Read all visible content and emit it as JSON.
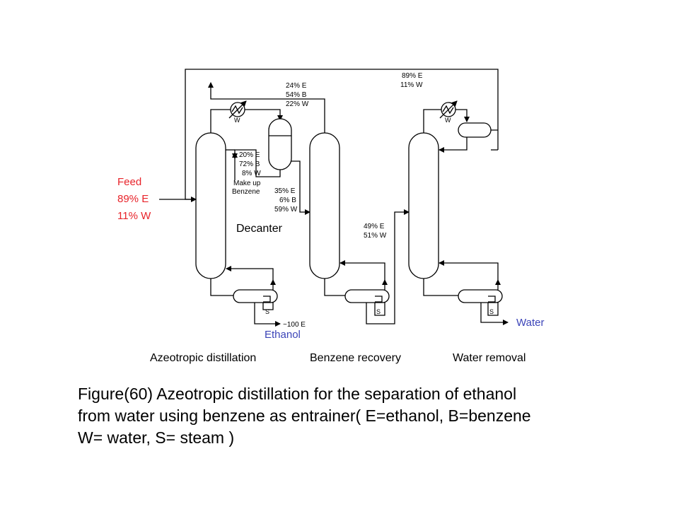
{
  "colors": {
    "feed": "#e8232a",
    "product": "#3b44b8",
    "line": "#000000"
  },
  "feed": {
    "title": "Feed",
    "ethanol": "89% E",
    "water": "11% W"
  },
  "streams": {
    "recycle_top": [
      "89% E",
      "11% W"
    ],
    "col1_overhead": [
      "24% E",
      "54% B",
      "22% W"
    ],
    "reflux": [
      "20% E",
      "72% B",
      "8% W"
    ],
    "makeup": [
      "Make up",
      "Benzene"
    ],
    "decanter_bottom": [
      "35% E",
      "6% B",
      "59% W"
    ],
    "col2_bottoms": [
      "49% E",
      "51% W"
    ],
    "ethanol_product": "~100 E"
  },
  "labels": {
    "decanter": "Decanter",
    "ethanol": "Ethanol",
    "water": "Water",
    "condenser_w": "W",
    "steam_s": "S"
  },
  "sections": [
    "Azeotropic distillation",
    "Benzene recovery",
    "Water removal"
  ],
  "caption": [
    "Figure(60) Azeotropic distillation for the separation of ethanol",
    "from water using benzene as entrainer( E=ethanol, B=benzene",
    "W= water, S= steam )"
  ]
}
